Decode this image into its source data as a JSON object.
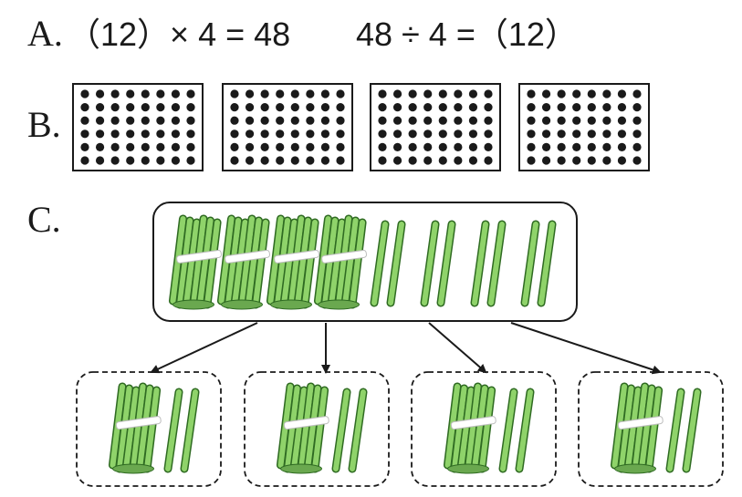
{
  "options": [
    {
      "label": "A.",
      "equation1": "（12）× 4 = 48",
      "equation2": "48 ÷ 4 =（12）"
    },
    {
      "label": "B.",
      "dot_grids": [
        {
          "rows": 6,
          "cols": 8
        },
        {
          "rows": 6,
          "cols": 8
        },
        {
          "rows": 6,
          "cols": 8
        },
        {
          "rows": 6,
          "cols": 8
        }
      ]
    },
    {
      "label": "C.",
      "total": {
        "bundles": 4,
        "loose_pairs": 4
      },
      "groups": [
        {
          "bundles": 1,
          "loose_sticks": 2
        },
        {
          "bundles": 1,
          "loose_sticks": 2
        },
        {
          "bundles": 1,
          "loose_sticks": 2
        },
        {
          "bundles": 1,
          "loose_sticks": 2
        }
      ]
    }
  ],
  "colors": {
    "stick_fill": "#8fd36a",
    "stick_stroke": "#2f6b22",
    "band": "#ffffff",
    "ink": "#1a1a1a"
  }
}
